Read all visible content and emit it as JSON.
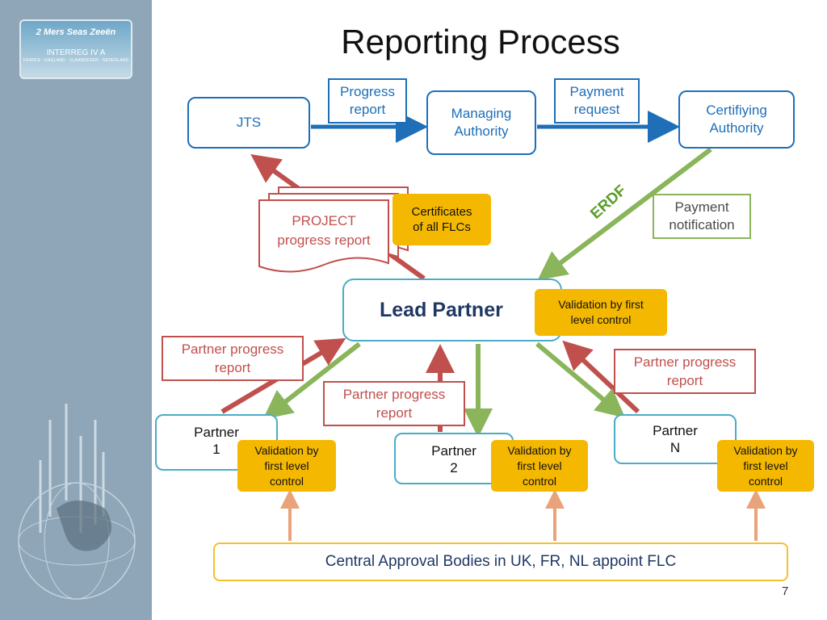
{
  "slide": {
    "title": "Reporting Process",
    "page_number": "7"
  },
  "logo": {
    "line1": "2 Mers Seas Zeeën",
    "line2": "INTERREG IV A",
    "line3": "FRANCE - ENGLAND - VLAANDEREN - NEDERLAND"
  },
  "nodes": {
    "jts": "JTS",
    "managing_authority": [
      "Managing",
      "Authority"
    ],
    "certifying_authority": [
      "Certifiying",
      "Authority"
    ],
    "lead_partner": "Lead Partner",
    "partner1": [
      "Partner",
      "1"
    ],
    "partner2": [
      "Partner",
      "2"
    ],
    "partnerN": [
      "Partner",
      "N"
    ],
    "central": "Central Approval Bodies in UK, FR, NL appoint FLC",
    "project_report": [
      "PROJECT",
      "progress report"
    ]
  },
  "notes": {
    "progress_report": [
      "Progress",
      "report"
    ],
    "payment_request": [
      "Payment",
      "request"
    ],
    "payment_notification": [
      "Payment",
      "notification"
    ],
    "certificates": [
      "Certificates",
      "of all FLCs"
    ],
    "lead_validation": [
      "Validation by first",
      "level control"
    ],
    "partner_progress_left": [
      "Partner progress",
      "report"
    ],
    "partner_progress_mid": [
      "Partner progress",
      "report"
    ],
    "partner_progress_right": [
      "Partner progress",
      "report"
    ],
    "validation_p1": [
      "Validation by",
      "first level",
      "control"
    ],
    "validation_p2": [
      "Validation by",
      "first level",
      "control"
    ],
    "validation_pN": [
      "Validation by",
      "first level",
      "control"
    ]
  },
  "labels": {
    "erdf": "ERDF"
  },
  "colors": {
    "authority_blue": "#1e6fb8",
    "partner_teal": "#4bacc6",
    "report_red": "#c0504d",
    "payment_green": "#8ab55a",
    "validation_yellow": "#f5b800",
    "flc_orange": "#e8a37a",
    "sidebar": "#8ea6b8"
  }
}
